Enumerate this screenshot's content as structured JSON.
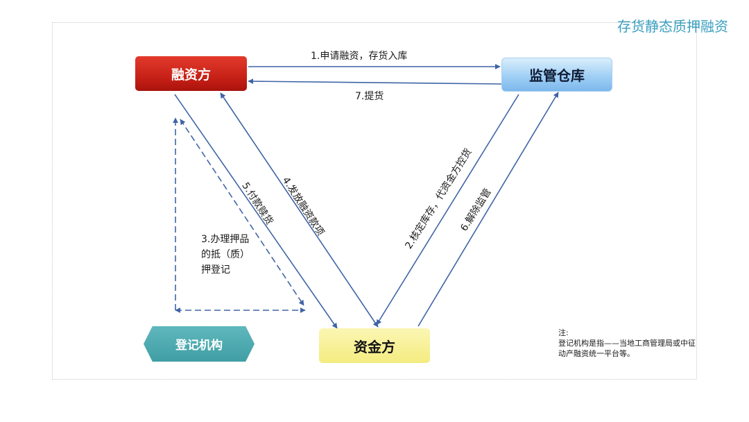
{
  "page": {
    "title": "存货静态质押融资"
  },
  "nodes": {
    "financier": "融资方",
    "warehouse": "监管仓库",
    "funder": "资金方",
    "registry": "登记机构"
  },
  "steps": {
    "step1": "1.申请融资，存货入库",
    "step2": "2.核定库存，代资金方控货",
    "step3": "3.办理押品的抵（质）押登记",
    "step4": "4.发放融资款项",
    "step5": "5.付款赎货",
    "step6": "6.解除监管",
    "step7": "7.提货"
  },
  "note": {
    "heading": "注:",
    "body": "登记机构是指——当地工商管理局或中征动产融资统一平台等。"
  },
  "colors": {
    "arrow": "#3f64a6",
    "financier": "#c21d14",
    "warehouse": "#9ccdf4",
    "funder": "#f4ec80",
    "registry": "#3f9ea4",
    "title": "#3a9fbf"
  }
}
